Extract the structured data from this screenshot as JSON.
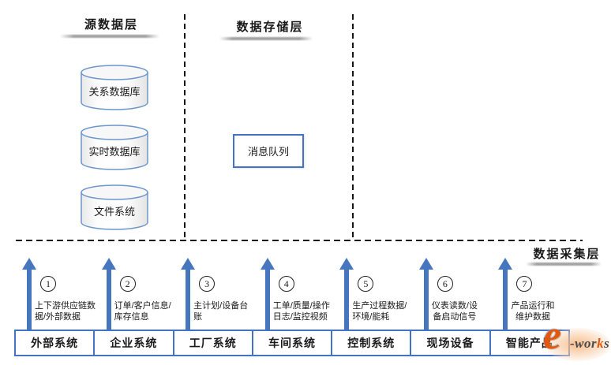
{
  "titles": {
    "source": "源数据层",
    "storage": "数据存储层",
    "collection": "数据采集层"
  },
  "source_layer": {
    "cylinders": [
      {
        "label": "关系数据库"
      },
      {
        "label": "实时数据库"
      },
      {
        "label": "文件系统"
      }
    ]
  },
  "storage_layer": {
    "message_queue_label": "消息队列"
  },
  "collection_layer": {
    "channels": [
      {
        "number": "1",
        "desc_line1": "上下游供应链数",
        "desc_line2": "据/外部数据",
        "system": "外部系统"
      },
      {
        "number": "2",
        "desc_line1": "订单/客户信息/",
        "desc_line2": "库存信息",
        "system": "企业系统"
      },
      {
        "number": "3",
        "desc_line1": "主计划/设备台",
        "desc_line2": "账",
        "system": "工厂系统"
      },
      {
        "number": "4",
        "desc_line1": "工单/质量/操作",
        "desc_line2": "日志/监控视频",
        "system": "车间系统"
      },
      {
        "number": "5",
        "desc_line1": "生产过程数据/",
        "desc_line2": "环境/能耗",
        "system": "控制系统"
      },
      {
        "number": "6",
        "desc_line1": "仪表读数/设",
        "desc_line2": "备启动信号",
        "system": "现场设备"
      },
      {
        "number": "7",
        "desc_line1": "产品运行和",
        "desc_line2": "维护数据",
        "system": "智能产品"
      }
    ]
  },
  "watermark": {
    "e": "e",
    "dash": "-",
    "wor": "wor",
    "k": "k",
    "s": "s"
  },
  "colors": {
    "box_border": "#4472C4",
    "arrow": "#4677BE",
    "cylinder_stroke": "#6C96CC",
    "text": "#1a1a1a",
    "logo_orange": "#E4570F",
    "logo_gray": "#4a4a4a"
  }
}
